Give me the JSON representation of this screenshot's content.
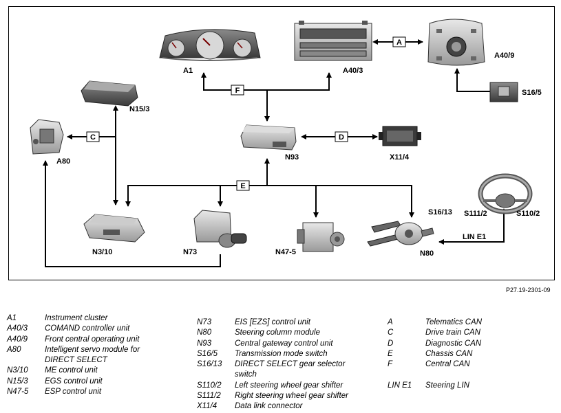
{
  "diagram": {
    "components": {
      "A1": "A1",
      "A40_3": "A40/3",
      "A40_9": "A40/9",
      "S16_5": "S16/5",
      "N15_3": "N15/3",
      "A80": "A80",
      "N93": "N93",
      "X11_4": "X11/4",
      "S16_13": "S16/13",
      "S111_2": "S111/2",
      "S110_2": "S110/2",
      "N3_10": "N3/10",
      "N73": "N73",
      "N47_5": "N47-5",
      "N80": "N80"
    },
    "buses": {
      "A": "A",
      "C": "C",
      "D": "D",
      "E": "E",
      "F": "F",
      "LIN_E1": "LIN  E1"
    },
    "reference": "P27.19-2301-09"
  },
  "legend": {
    "col1": [
      {
        "code": "A1",
        "desc": "Instrument cluster"
      },
      {
        "code": "A40/3",
        "desc": "COMAND controller unit"
      },
      {
        "code": "A40/9",
        "desc": "Front central operating unit"
      },
      {
        "code": "A80",
        "desc": "Intelligent servo module for"
      },
      {
        "code": "",
        "desc": "DIRECT SELECT"
      },
      {
        "code": "N3/10",
        "desc": "ME control unit"
      },
      {
        "code": "N15/3",
        "desc": "EGS control unit"
      },
      {
        "code": "N47-5",
        "desc": "ESP control unit"
      }
    ],
    "col2": [
      {
        "code": "N73",
        "desc": "EIS [EZS] control unit"
      },
      {
        "code": "N80",
        "desc": "Steering column module"
      },
      {
        "code": "N93",
        "desc": "Central gateway control unit"
      },
      {
        "code": "S16/5",
        "desc": "Transmission mode switch"
      },
      {
        "code": "S16/13",
        "desc": "DIRECT SELECT gear selector"
      },
      {
        "code": "",
        "desc": "switch"
      },
      {
        "code": "S110/2",
        "desc": "Left steering wheel gear shifter"
      },
      {
        "code": "S111/2",
        "desc": "Right steering wheel gear shifter"
      },
      {
        "code": "X11/4",
        "desc": "Data link connector"
      }
    ],
    "col3": [
      {
        "code": "A",
        "desc": "Telematics CAN"
      },
      {
        "code": "C",
        "desc": "Drive train CAN"
      },
      {
        "code": "D",
        "desc": "Diagnostic CAN"
      },
      {
        "code": "E",
        "desc": "Chassis CAN"
      },
      {
        "code": "F",
        "desc": "Central CAN"
      },
      {
        "code": "",
        "desc": ""
      },
      {
        "code": "LIN E1",
        "desc": "Steering LIN"
      }
    ]
  }
}
